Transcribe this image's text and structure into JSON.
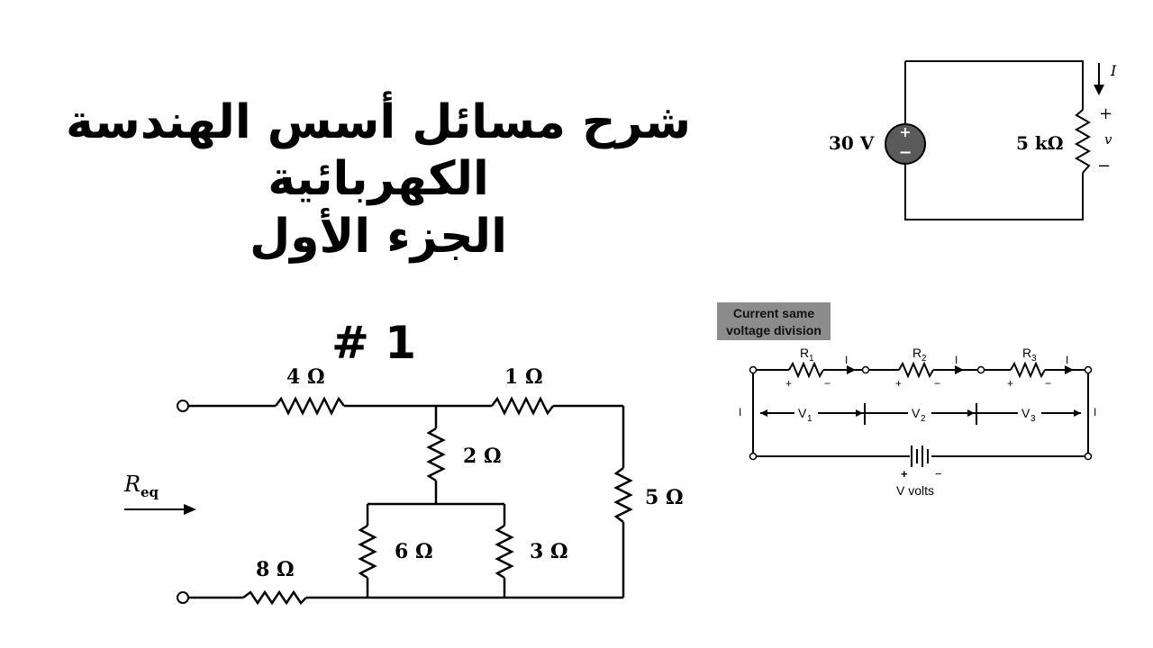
{
  "title": {
    "line1": "شرح مسائل أسس الهندسة",
    "line2": "الكهربائية",
    "line3": "الجزء الأول",
    "part_number": "# 1"
  },
  "simple_circuit": {
    "source_label": "30 V",
    "resistor_label": "5 kΩ",
    "current_label": "I",
    "voltage_label": "v",
    "plus": "+",
    "minus": "−"
  },
  "series_circuit": {
    "caption_line1": "Current same",
    "caption_line2": "voltage division",
    "r1": "R",
    "r1_sub": "1",
    "r2": "R",
    "r2_sub": "2",
    "r3": "R",
    "r3_sub": "3",
    "current": "I",
    "v1": "V",
    "v1_sub": "1",
    "v2": "V",
    "v2_sub": "2",
    "v3": "V",
    "v3_sub": "3",
    "battery_label": "V volts",
    "plus": "+",
    "minus": "−"
  },
  "ladder_circuit": {
    "r_4": "4 Ω",
    "r_1": "1 Ω",
    "r_2": "2 Ω",
    "r_5": "5 Ω",
    "r_6": "6 Ω",
    "r_3": "3 Ω",
    "r_8": "8 Ω",
    "req": "R",
    "req_sub": "eq"
  }
}
